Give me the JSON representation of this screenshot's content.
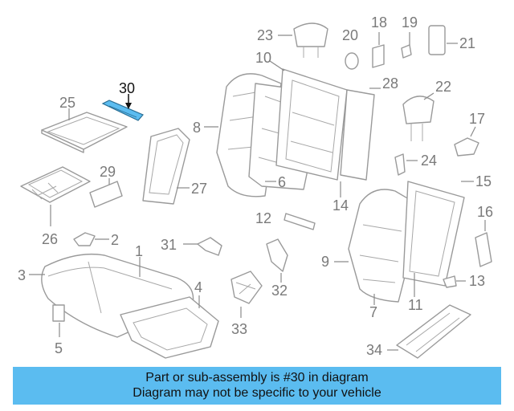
{
  "diagram": {
    "highlighted_part": "30",
    "callouts": [
      "1",
      "2",
      "3",
      "4",
      "5",
      "6",
      "7",
      "8",
      "9",
      "10",
      "11",
      "12",
      "13",
      "14",
      "15",
      "16",
      "17",
      "18",
      "19",
      "20",
      "21",
      "22",
      "23",
      "24",
      "25",
      "26",
      "27",
      "28",
      "29",
      "30",
      "31",
      "32",
      "33",
      "34"
    ]
  },
  "banner": {
    "line1": "Part or sub-assembly is #30 in diagram",
    "line2": "Diagram may not be specific to your vehicle"
  },
  "colors": {
    "banner_bg": "#5bbcf0",
    "highlight_fill": "#5bbcf0",
    "line_gray": "#9a9a9a"
  }
}
